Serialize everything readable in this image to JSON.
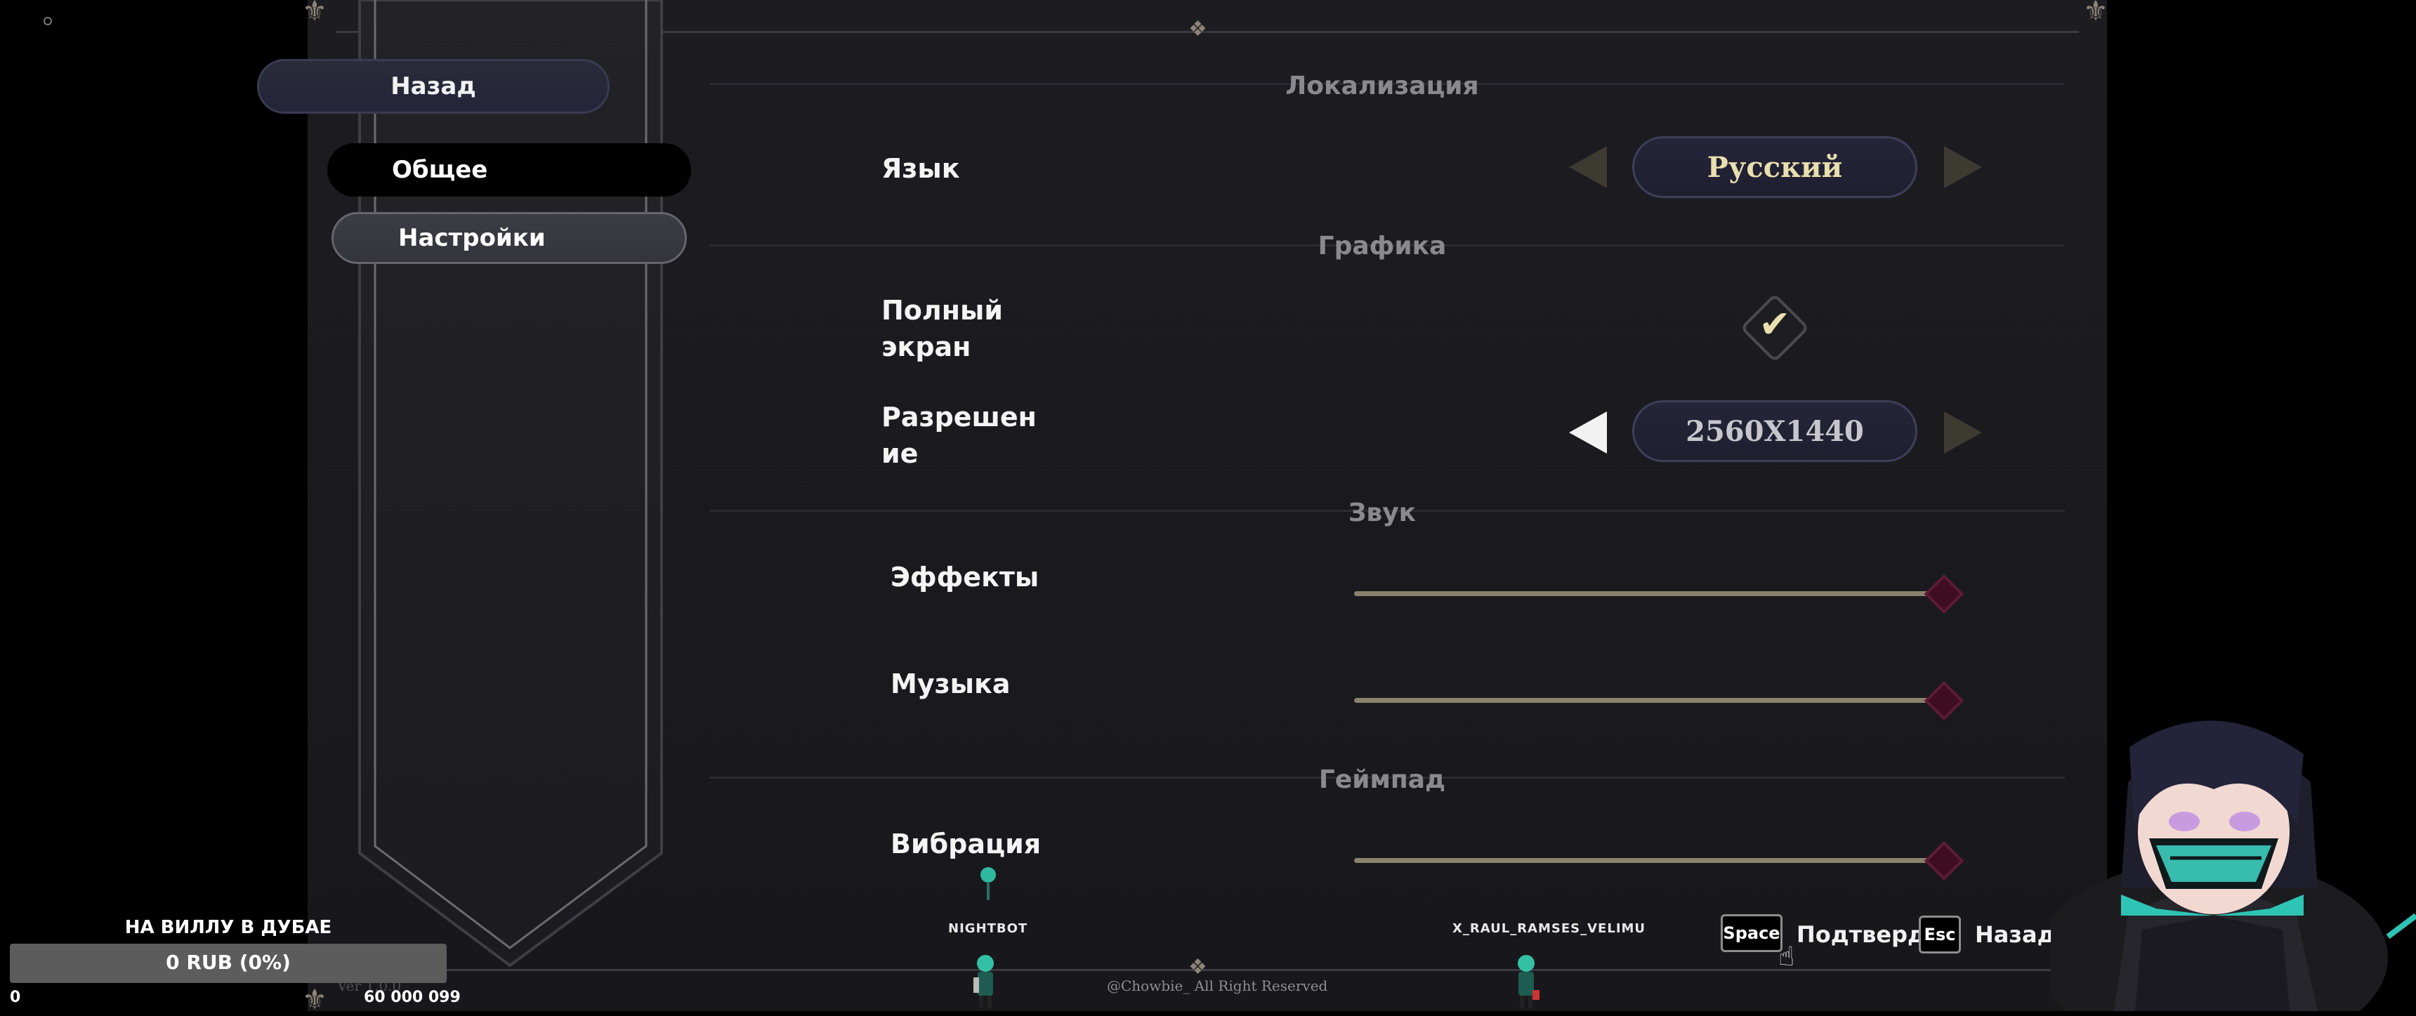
{
  "menu": {
    "back_label": "Назад",
    "items": [
      {
        "label": "Общее",
        "active": true
      },
      {
        "label": "Настройки",
        "active": false
      }
    ]
  },
  "sections": {
    "localization": {
      "title": "Локализация",
      "language_label": "Язык",
      "language_value": "Русский"
    },
    "graphics": {
      "title": "Графика",
      "fullscreen_label_line1": "Полный",
      "fullscreen_label_line2": "экран",
      "fullscreen_checked": true,
      "resolution_label_line1": "Разрешен",
      "resolution_label_line2": "ие",
      "resolution_value": "2560X1440"
    },
    "sound": {
      "title": "Звук",
      "effects_label": "Эффекты",
      "effects_level": 1.0,
      "music_label": "Музыка",
      "music_level": 1.0
    },
    "gamepad": {
      "title": "Геймпад",
      "vibration_label": "Вибрация",
      "vibration_level": 1.0
    }
  },
  "footer": {
    "copyright": "@Chowbie_ All Right Reserved",
    "version": "Ver 1.0.0",
    "hints": [
      {
        "key": "Space",
        "label": "Подтвердит"
      },
      {
        "key": "Esc",
        "label": "Назад"
      }
    ]
  },
  "stream_overlay": {
    "goal_title": "НА ВИЛЛУ В ДУБАЕ",
    "goal_progress_text": "0 RUB (0%)",
    "goal_progress": 0,
    "goal_current": "0",
    "goal_target": "60 000 099",
    "npc_left_name": "NIGHTBOT",
    "npc_right_name": "X_RAUL_RAMSES_VELIMU"
  },
  "colors": {
    "accent_gold": "#e9dfae",
    "slider_thumb": "#3e0d22",
    "panel_bg": "#1d1d21"
  }
}
